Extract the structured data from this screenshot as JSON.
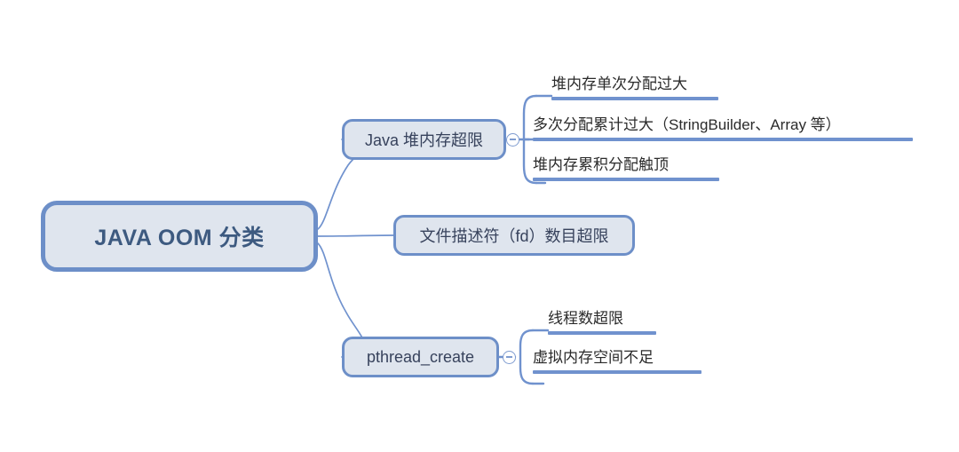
{
  "diagram": {
    "title": "JAVA OOM 分类",
    "type": "mind-map",
    "colors": {
      "node_fill": "#dfe5ee",
      "node_border": "#6d8fc8",
      "edge": "#7092ce",
      "root_text": "#3d5a80",
      "branch_text": "#37425c",
      "leaf_text": "#2b2b2b",
      "background": "#ffffff"
    },
    "root": {
      "label": "JAVA OOM 分类"
    },
    "branches": [
      {
        "id": "heap",
        "label": "Java 堆内存超限",
        "toggle": "collapse-minus",
        "children": [
          {
            "label": "堆内存单次分配过大"
          },
          {
            "label": "多次分配累计过大（StringBuilder、Array 等）"
          },
          {
            "label": "堆内存累积分配触顶"
          }
        ]
      },
      {
        "id": "fd",
        "label": "文件描述符（fd）数目超限",
        "toggle": null,
        "children": []
      },
      {
        "id": "pthread",
        "label": "pthread_create",
        "toggle": "collapse-minus",
        "children": [
          {
            "label": "线程数超限"
          },
          {
            "label": "虚拟内存空间不足"
          }
        ]
      }
    ]
  }
}
